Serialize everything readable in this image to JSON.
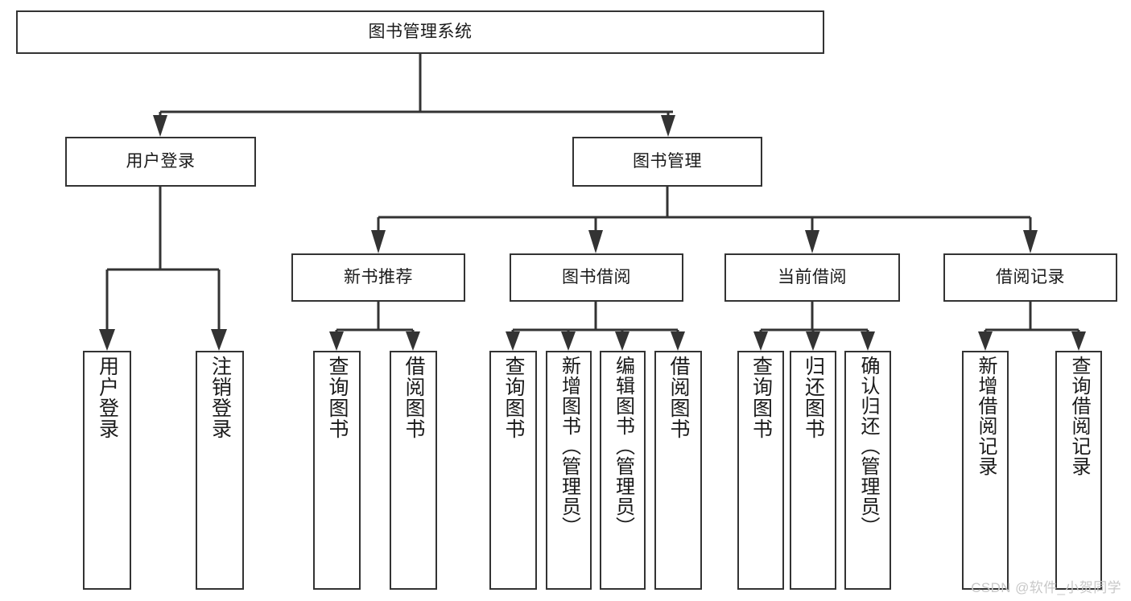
{
  "diagram": {
    "title": "图书管理系统",
    "type": "functional-structure-tree",
    "root": {
      "id": "root",
      "label": "图书管理系统"
    },
    "level2": [
      {
        "id": "user-login",
        "label": "用户登录"
      },
      {
        "id": "book-manage",
        "label": "图书管理"
      }
    ],
    "level3": [
      {
        "id": "new-book-recommend",
        "label": "新书推荐"
      },
      {
        "id": "book-borrow",
        "label": "图书借阅"
      },
      {
        "id": "current-borrow",
        "label": "当前借阅"
      },
      {
        "id": "borrow-record",
        "label": "借阅记录"
      }
    ],
    "leaves": {
      "user_login": [
        {
          "id": "leaf-user-login",
          "label": "用户登录"
        },
        {
          "id": "leaf-logout-login",
          "label": "注销登录"
        }
      ],
      "new_book_recommend": [
        {
          "id": "leaf-query-book-1",
          "label": "查询图书"
        },
        {
          "id": "leaf-borrow-book-1",
          "label": "借阅图书"
        }
      ],
      "book_borrow": [
        {
          "id": "leaf-query-book-2",
          "label": "查询图书"
        },
        {
          "id": "leaf-add-book",
          "label": "新增图书（管理员）"
        },
        {
          "id": "leaf-edit-book",
          "label": "编辑图书（管理员）"
        },
        {
          "id": "leaf-borrow-book-2",
          "label": "借阅图书"
        }
      ],
      "current_borrow": [
        {
          "id": "leaf-query-book-3",
          "label": "查询图书"
        },
        {
          "id": "leaf-return-book",
          "label": "归还图书"
        },
        {
          "id": "leaf-confirm-return",
          "label": "确认归还（管理员）"
        }
      ],
      "borrow_record": [
        {
          "id": "leaf-add-record",
          "label": "新增借阅记录"
        },
        {
          "id": "leaf-query-record",
          "label": "查询借阅记录"
        }
      ]
    }
  },
  "watermark": {
    "text": "CSDN @软件_小贺同学"
  },
  "colors": {
    "stroke": "#333333",
    "background": "#ffffff",
    "text": "#1a1a1a",
    "watermark": "#c8c8c8"
  }
}
